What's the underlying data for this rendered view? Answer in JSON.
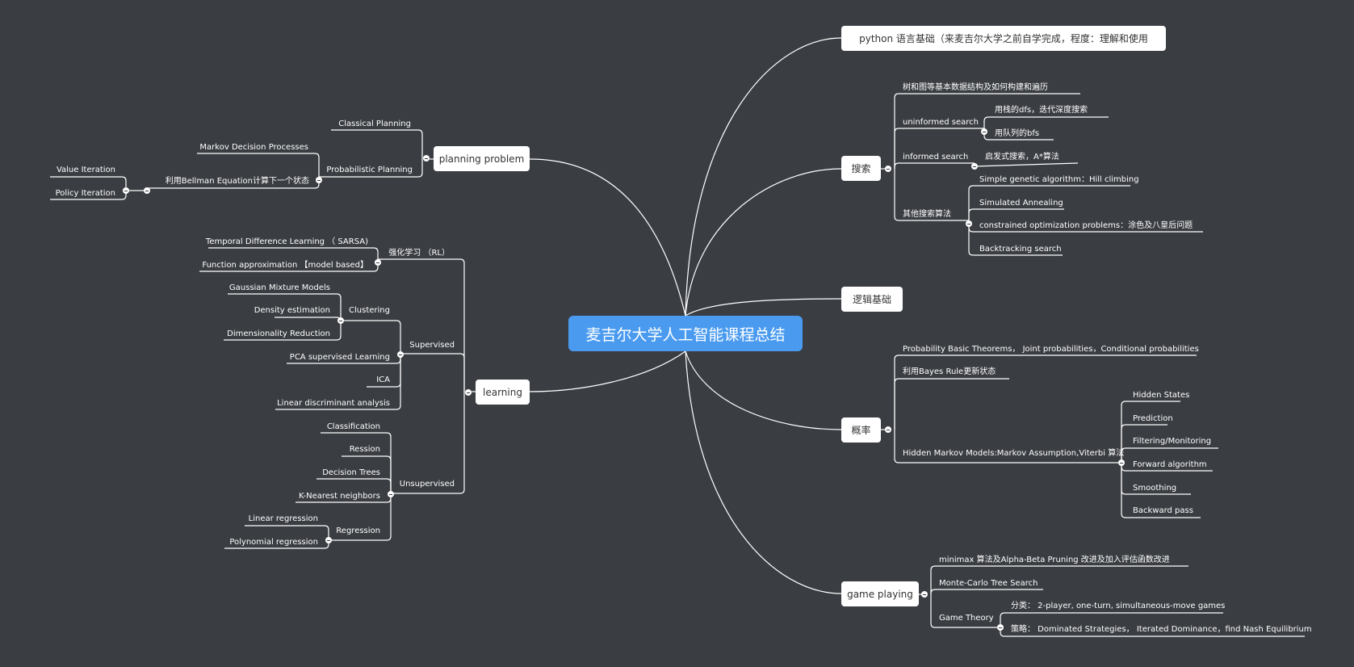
{
  "root": {
    "label": "麦吉尔大学人工智能课程总结"
  },
  "colors": {
    "background": "#3a3d42",
    "root": "#4a9bf0",
    "line": "#ffffff",
    "box": "#ffffff"
  },
  "branches": {
    "python": {
      "label": "python 语言基础（来麦吉尔大学之前自学完成，程度：理解和使用"
    },
    "search": {
      "label": "搜索",
      "data_structures": "树和图等基本数据结构及如何构建和遍历",
      "uninformed": {
        "label": "uninformed search",
        "items": [
          "用栈的dfs，迭代深度搜索",
          "用队列的bfs"
        ]
      },
      "informed": {
        "label": "informed search",
        "items": [
          "启发式搜索，A*算法"
        ]
      },
      "other": {
        "label": "其他搜索算法",
        "items": [
          "Simple genetic algorithm：Hill climbing",
          "Simulated Annealing",
          "constrained optimization problems：涂色及八皇后问题",
          "Backtracking search"
        ]
      }
    },
    "logic": {
      "label": "逻辑基础"
    },
    "probability": {
      "label": "概率",
      "basics": "Probability Basic Theorems， Joint probabilities，Conditional probabilities",
      "bayes": "利用Bayes Rule更新状态",
      "hmm": {
        "label": "Hidden Markov Models:Markov Assumption,Viterbi 算法",
        "items": [
          "Hidden States",
          "Prediction",
          "Filtering/Monitoring",
          "Forward algorithm",
          "Smoothing",
          "Backward pass"
        ]
      }
    },
    "game": {
      "label": "game playing",
      "minimax": "minimax 算法及Alpha-Beta Pruning 改进及加入评估函数改进",
      "mcts": "Monte-Carlo Tree Search",
      "theory": {
        "label": "Game Theory",
        "items": [
          "分类： 2-player, one-turn, simultaneous-move games",
          "策略： Dominated Strategies， Iterated Dominance，find Nash Equilibrium"
        ]
      }
    },
    "planning": {
      "label": "planning problem",
      "classical": "Classical Planning",
      "probabilistic": {
        "label": "Probabilistic Planning",
        "mdp": "Markov Decision Processes",
        "bellman": {
          "label": "利用Bellman Equation计算下一个状态",
          "items": [
            "Value Iteration",
            "Policy Iteration"
          ]
        }
      }
    },
    "learning": {
      "label": "learning",
      "rl": {
        "label": "强化学习 （RL）",
        "items": [
          "Temporal Difference Learning （ SARSA)",
          "Function approximation 【model based】"
        ]
      },
      "supervised": {
        "label": "Supervised",
        "clustering": {
          "label": "Clustering",
          "items": [
            "Gaussian Mixture Models",
            "Density estimation",
            "Dimensionality Reduction"
          ]
        },
        "items": [
          "PCA supervised Learning",
          "ICA",
          "Linear discriminant analysis"
        ]
      },
      "unsupervised": {
        "label": "Unsupervised",
        "items": [
          "Classification",
          "Ression",
          "Decision Trees",
          "K-Nearest neighbors"
        ],
        "regression": {
          "label": "Regression",
          "items": [
            "Linear regression",
            "Polynomial regression"
          ]
        }
      }
    }
  }
}
